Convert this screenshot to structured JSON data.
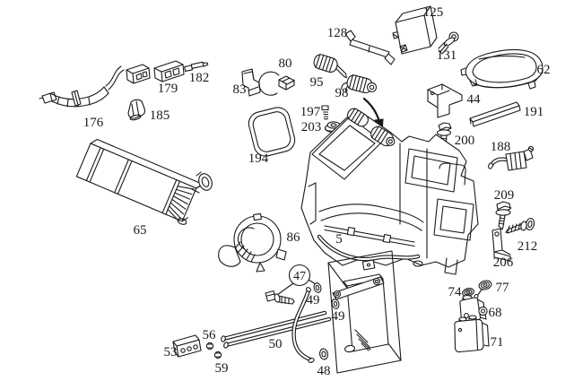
{
  "diagram": {
    "kind": "exploded-parts-line-drawing",
    "colors": {
      "background": "#ffffff",
      "line": "#1a1a1a"
    },
    "labels": {
      "p5": "5",
      "p44": "44",
      "p47": "47",
      "p48": "48",
      "p49a": "49",
      "p49b": "49",
      "p50": "50",
      "p53": "53",
      "p56": "56",
      "p59": "59",
      "p62": "62",
      "p65": "65",
      "p68": "68",
      "p71": "71",
      "p74": "74",
      "p77": "77",
      "p80": "80",
      "p83": "83",
      "p86": "86",
      "p95": "95",
      "p98": "98",
      "p125": "125",
      "p128": "128",
      "p131": "131",
      "p176": "176",
      "p179": "179",
      "p182": "182",
      "p185": "185",
      "p188": "188",
      "p191": "191",
      "p194": "194",
      "p197": "197",
      "p200": "200",
      "p203": "203",
      "p206": "206",
      "p209": "209",
      "p212": "212"
    }
  }
}
